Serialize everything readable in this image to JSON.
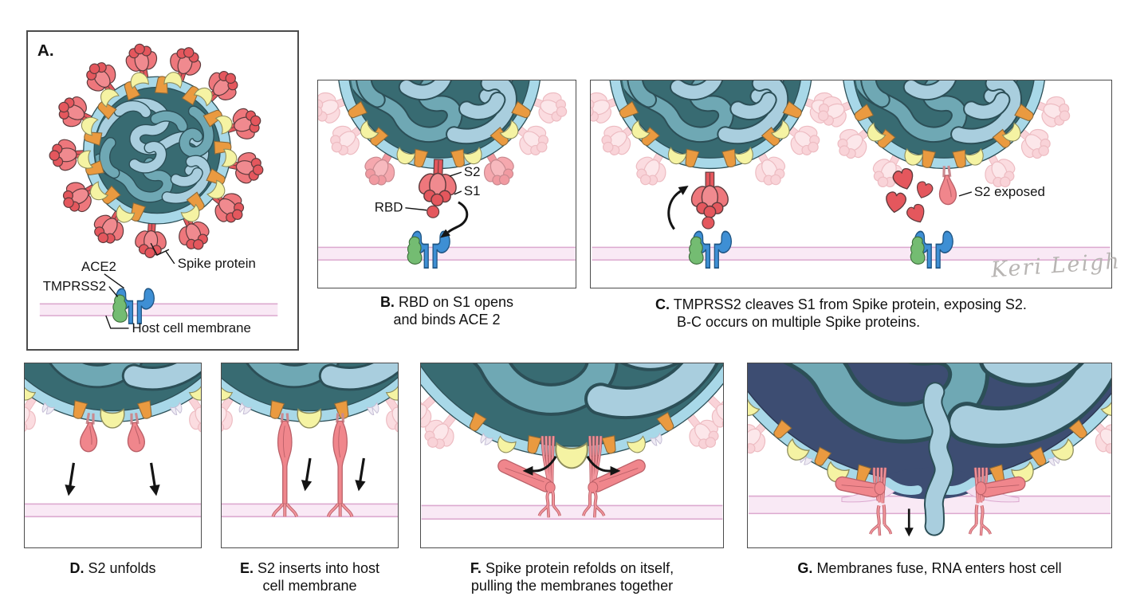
{
  "figure": {
    "signature": "Keri Leigh",
    "panels": {
      "A": {
        "letter": "A.",
        "labels": {
          "ace2": "ACE2",
          "tmprss2": "TMPRSS2",
          "spike_protein": "Spike protein",
          "host_cell_membrane": "Host cell membrane"
        }
      },
      "B": {
        "letter": "B.",
        "caption_lines": [
          "RBD on S1 opens",
          "and binds ACE 2"
        ],
        "labels": {
          "s2": "S2",
          "s1": "S1",
          "rbd": "RBD"
        }
      },
      "C": {
        "letter": "C.",
        "caption_lines": [
          "TMPRSS2 cleaves S1 from Spike protein, exposing S2.",
          "B-C occurs on multiple Spike proteins."
        ],
        "labels": {
          "s2_exposed": "S2 exposed"
        }
      },
      "D": {
        "letter": "D.",
        "caption_lines": [
          "S2 unfolds"
        ]
      },
      "E": {
        "letter": "E.",
        "caption_lines": [
          "S2 inserts into host",
          "cell membrane"
        ]
      },
      "F": {
        "letter": "F.",
        "caption_lines": [
          "Spike protein refolds on itself,",
          "pulling the membranes together"
        ]
      },
      "G": {
        "letter": "G.",
        "caption_lines": [
          "Membranes fuse, RNA enters host cell"
        ]
      }
    },
    "colors": {
      "spike_red": "#E4575D",
      "spike_petal": "#EE777C",
      "spike_faded": "#FBDCE0",
      "s2_salmon": "#F0868C",
      "orange_protein": "#EA9A40",
      "yellow_protein": "#F5F3A3",
      "membrane_ring_blue": "#A8D8E8",
      "virus_body_teal": "#386B72",
      "virus_body_navy": "#3D4D72",
      "rna_light_blue": "#A9CEDE",
      "rna_teal": "#6FA8B4",
      "ace2_blue": "#3E8FD4",
      "tmprss2_green": "#74BC72",
      "host_membrane_pink": "#F9E9F5",
      "host_membrane_line": "#DCA9CF",
      "cleaved_stub_lavender": "#EFEBF4",
      "text": "#141414",
      "signature_gray": "#B8B5B3"
    }
  }
}
